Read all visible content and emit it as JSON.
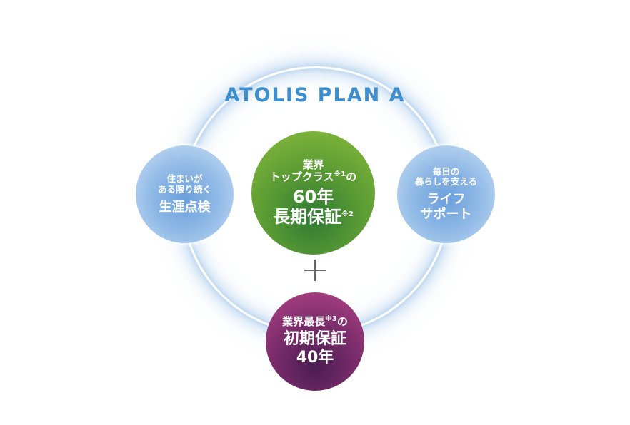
{
  "title": "ATOLIS PLAN A",
  "left": {
    "line1": "住まいが",
    "line2": "ある限り続く",
    "line3": "生涯点検"
  },
  "center": {
    "line1": "業界",
    "line2": "トップクラス",
    "note1": "※1",
    "line2_suffix": "の",
    "line3": "60年",
    "line4": "長期保証",
    "note2": "※2"
  },
  "right": {
    "line1": "毎日の",
    "line2": "暮らしを支える",
    "line3": "ライフ",
    "line4": "サポート"
  },
  "bottom": {
    "line1": "業界最長",
    "note3": "※3",
    "line1_suffix": "の",
    "line2": "初期保証",
    "line3": "40年"
  },
  "colors": {
    "title": "#3f8fce",
    "blue_circle": "#6a9fdc",
    "green_circle": "#5a9b34",
    "purple_circle": "#7d2d6c"
  },
  "icons": {
    "plus": "plus-icon"
  }
}
